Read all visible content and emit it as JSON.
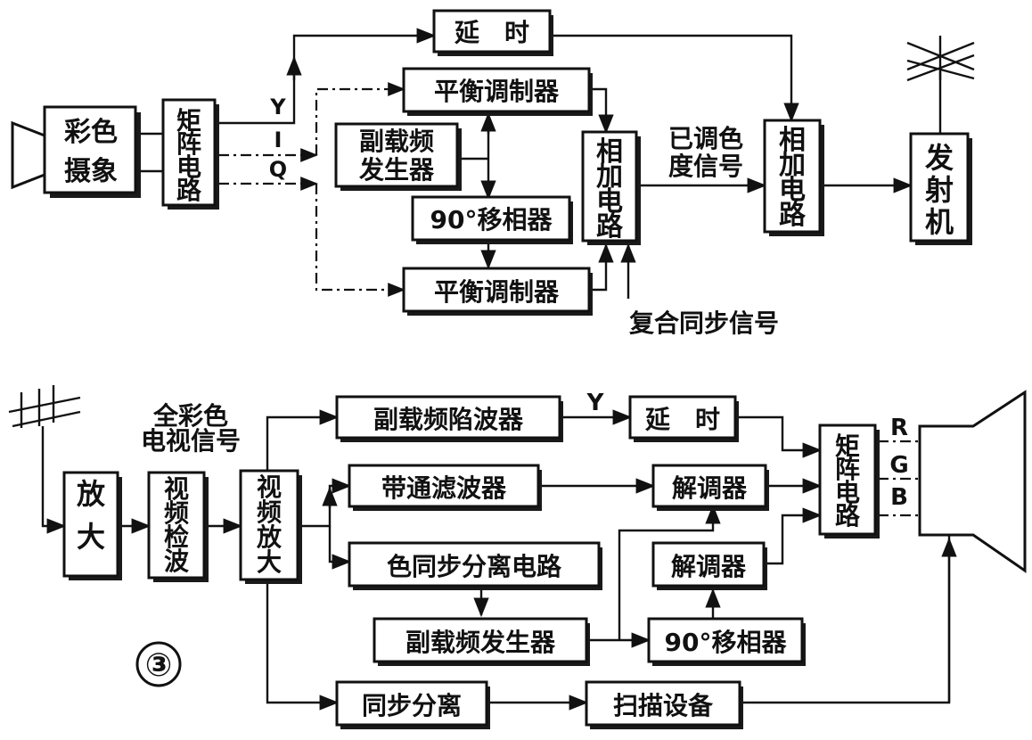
{
  "figure_number": "③",
  "transmitter": {
    "camera": "彩色摄象",
    "matrix": "矩阵电路",
    "delay": "延　时",
    "bal_mod_1": "平衡调制器",
    "subcarrier_gen": "副载频发生器",
    "phase_shift": "90°移相器",
    "bal_mod_2": "平衡调制器",
    "adder_1": "相加电路",
    "adder_2": "相加电路",
    "transmitter": "发射机",
    "chroma_signal": "已调色度信号",
    "composite_sync": "复合同步信号",
    "y": "Y",
    "i": "I",
    "q": "Q"
  },
  "receiver": {
    "amp": "放大",
    "video_detect": "视频检波",
    "video_amp": "视频放大",
    "full_color_signal": "全彩色电视信号",
    "notch_filter": "副载频陷波器",
    "delay": "延　时",
    "bandpass": "带通滤波器",
    "demod_1": "解调器",
    "color_sync_sep": "色同步分离电路",
    "demod_2": "解调器",
    "subcarrier_gen": "副载频发生器",
    "phase_shift": "90°移相器",
    "matrix": "矩阵电路",
    "sync_sep": "同步分离",
    "scan": "扫描设备",
    "y": "Y",
    "r": "R",
    "g": "G",
    "b": "B"
  }
}
